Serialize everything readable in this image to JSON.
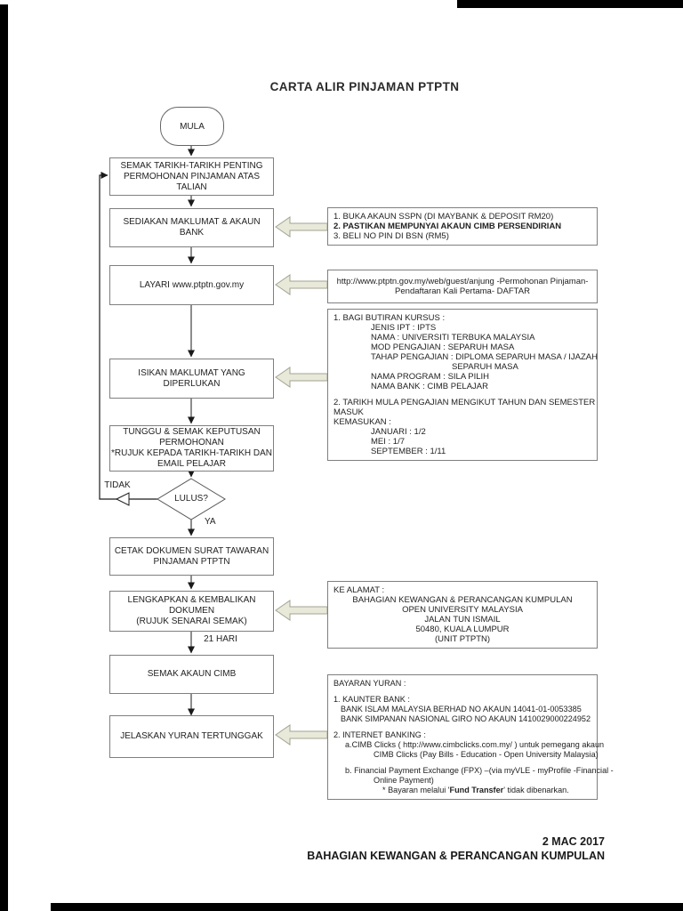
{
  "title": "CARTA ALIR PINJAMAN PTPTN",
  "flow": {
    "start_label": "MULA",
    "boxes": [
      {
        "lines": [
          "SEMAK TARIKH-TARIKH PENTING",
          "PERMOHONAN PINJAMAN ATAS TALIAN"
        ]
      },
      {
        "lines": [
          "SEDIAKAN MAKLUMAT & AKAUN BANK"
        ]
      },
      {
        "lines": [
          "LAYARI www.ptptn.gov.my"
        ]
      },
      {
        "lines": [
          "ISIKAN MAKLUMAT YANG DIPERLUKAN"
        ]
      },
      {
        "lines": [
          "TUNGGU & SEMAK KEPUTUSAN",
          "PERMOHONAN",
          "*RUJUK KEPADA TARIKH-TARIKH DAN",
          "EMAIL PELAJAR"
        ]
      },
      {
        "lines": [
          "CETAK DOKUMEN SURAT TAWARAN",
          "PINJAMAN PTPTN"
        ]
      },
      {
        "lines": [
          "LENGKAPKAN & KEMBALIKAN DOKUMEN",
          "(RUJUK SENARAI SEMAK)"
        ]
      },
      {
        "lines": [
          "SEMAK AKAUN CIMB"
        ]
      },
      {
        "lines": [
          "JELASKAN YURAN TERTUNGGAK"
        ]
      }
    ],
    "decision": {
      "label": "LULUS?",
      "no_label": "TIDAK",
      "yes_label": "YA"
    },
    "delay_label": "21 HARI"
  },
  "annotations": {
    "akaun_bank": {
      "lines": [
        "1. BUKA AKAUN SSPN (DI MAYBANK & DEPOSIT RM20)",
        "2. PASTIKAN MEMPUNYAI AKAUN CIMB PERSENDIRIAN",
        "3. BELI NO PIN DI BSN (RM5)"
      ]
    },
    "url": {
      "lines": [
        "http://www.ptptn.gov.my/web/guest/anjung -Permohonan Pinjaman-",
        "Pendaftaran Kali Pertama- DAFTAR"
      ]
    },
    "butiran": {
      "lines": [
        "1. BAGI BUTIRAN KURSUS :",
        "JENIS IPT : IPTS",
        "NAMA : UNIVERSITI TERBUKA MALAYSIA",
        "MOD PENGAJIAN : SEPARUH MASA",
        "TAHAP PENGAJIAN : DIPLOMA SEPARUH MASA / IJAZAH",
        "SEPARUH MASA",
        "NAMA PROGRAM : SILA PILIH",
        "NAMA BANK : CIMB PELAJAR",
        "2. TARIKH MULA PENGAJIAN MENGIKUT TAHUN DAN SEMESTER",
        "MASUK",
        "KEMASUKAN :",
        "JANUARI : 1/2",
        "MEI : 1/7",
        "SEPTEMBER : 1/11"
      ]
    },
    "alamat": {
      "lines": [
        "KE ALAMAT :",
        "BAHAGIAN KEWANGAN & PERANCANGAN KUMPULAN",
        "OPEN UNIVERSITY MALAYSIA",
        "JALAN TUN ISMAIL",
        "50480, KUALA LUMPUR",
        "(UNIT PTPTN)"
      ]
    },
    "bayaran": {
      "lines": [
        "BAYARAN YURAN :",
        "1. KAUNTER BANK :",
        "BANK ISLAM MALAYSIA BERHAD NO AKAUN 14041-01-0053385",
        "BANK SIMPANAN NASIONAL GIRO NO AKAUN 1410029000224952",
        "2. INTERNET BANKING :",
        "a.CIMB Clicks ( http://www.cimbclicks.com.my/ ) untuk pemegang akaun",
        "CIMB Clicks (Pay Bills - Education -  Open University Malaysia)",
        "b. Financial Payment Exchange (FPX) –(via myVLE - myProfile -Financial -",
        "Online Payment)"
      ],
      "fund_transfer": {
        "prefix": "* Bayaran melalui '",
        "bold": "Fund Transfer",
        "suffix": "' tidak dibenarkan."
      }
    }
  },
  "footer": {
    "date": "2 MAC 2017",
    "department": "BAHAGIAN KEWANGAN & PERANCANGAN KUMPULAN"
  },
  "colors": {
    "block_arrow_fill": "#e9e9da",
    "block_arrow_border": "#a3a393",
    "line": "#1a1a1a"
  }
}
